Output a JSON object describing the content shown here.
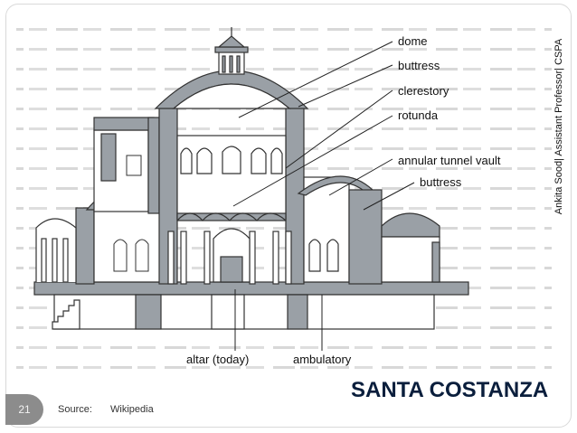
{
  "slide": {
    "title": "SANTA COSTANZA",
    "author": "Ankita Sood| Assistant Professor| CSPA",
    "page_number": "21",
    "source_label": "Source:",
    "source_value": "Wikipedia"
  },
  "figure": {
    "labels": {
      "dome": "dome",
      "buttress_upper": "buttress",
      "clerestory": "clerestory",
      "rotunda": "rotunda",
      "annular_tunnel_vault": "annular tunnel vault",
      "buttress_lower": "buttress",
      "altar": "altar (today)",
      "ambulatory": "ambulatory"
    }
  }
}
